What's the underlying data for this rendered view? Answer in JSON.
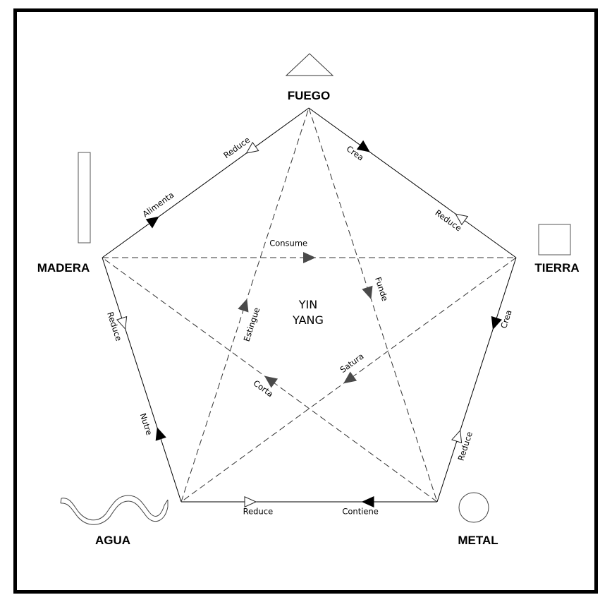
{
  "diagram": {
    "title": "Cinco elementos",
    "center": {
      "line1": "YIN",
      "line2": "YANG"
    },
    "elements": [
      {
        "id": "fuego",
        "label": "FUEGO",
        "symbol": "triangle"
      },
      {
        "id": "tierra",
        "label": "TIERRA",
        "symbol": "square"
      },
      {
        "id": "metal",
        "label": "METAL",
        "symbol": "circle"
      },
      {
        "id": "agua",
        "label": "AGUA",
        "symbol": "wave"
      },
      {
        "id": "madera",
        "label": "MADERA",
        "symbol": "rectangle"
      }
    ],
    "generation_cycle": [
      {
        "from": "madera",
        "to": "fuego",
        "label": "Alimenta",
        "reverse_label": "Reduce"
      },
      {
        "from": "fuego",
        "to": "tierra",
        "label": "Crea",
        "reverse_label": "Reduce"
      },
      {
        "from": "tierra",
        "to": "metal",
        "label": "Crea",
        "reverse_label": "Reduce"
      },
      {
        "from": "metal",
        "to": "agua",
        "label": "Contiene",
        "reverse_label": "Reduce"
      },
      {
        "from": "agua",
        "to": "madera",
        "label": "Nutre",
        "reverse_label": "Reduce"
      }
    ],
    "control_cycle": [
      {
        "from": "madera",
        "to": "tierra",
        "label": "Consume"
      },
      {
        "from": "fuego",
        "to": "metal",
        "label": "Funde"
      },
      {
        "from": "tierra",
        "to": "agua",
        "label": "Satura"
      },
      {
        "from": "metal",
        "to": "madera",
        "label": "Corta"
      },
      {
        "from": "agua",
        "to": "fuego",
        "label": "Estingue"
      }
    ],
    "colors": {
      "line": "#000000",
      "control_arrow": "#4a4a4a",
      "symbol_stroke": "#555555"
    }
  }
}
